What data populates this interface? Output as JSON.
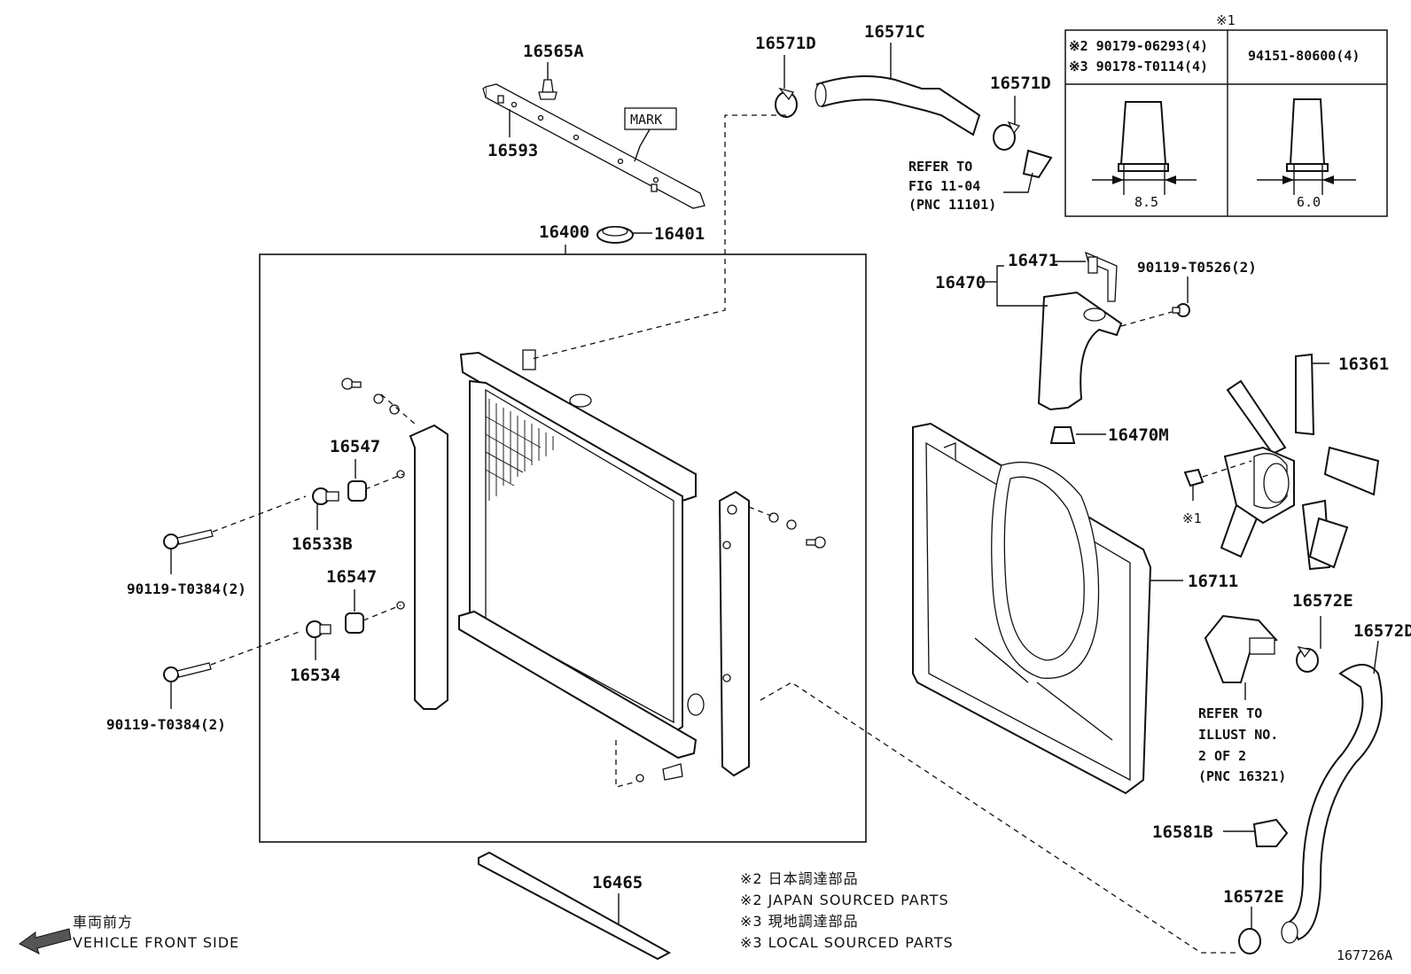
{
  "labels": {
    "p16565A": "16565A",
    "p16593": "16593",
    "mark": "MARK",
    "p16571D_top": "16571D",
    "p16571C": "16571C",
    "p16571D_right": "16571D",
    "refer_fig_line1": "REFER TO",
    "refer_fig_line2": "FIG 11-04",
    "refer_fig_line3": "(PNC 11101)",
    "p16400": "16400",
    "p16401": "16401",
    "p16547_a": "16547",
    "p16533B": "16533B",
    "p16547_b": "16547",
    "p16534": "16534",
    "bolt_a": "90119-T0384(2)",
    "bolt_b": "90119-T0384(2)",
    "p16470": "16470",
    "p16471": "16471",
    "bolt_c": "90119-T0526(2)",
    "p16470M": "16470M",
    "p16361": "16361",
    "note1_ref": "※1",
    "p16711": "16711",
    "p16572E_top": "16572E",
    "p16572D": "16572D",
    "refer_ill_line1": "REFER TO",
    "refer_ill_line2": "ILLUST NO.",
    "refer_ill_line3": "2 OF 2",
    "refer_ill_line4": "(PNC 16321)",
    "p16581B": "16581B",
    "p16572E_bottom": "16572E",
    "p16465": "16465",
    "diagram_id": "167726A"
  },
  "nut_table": {
    "header_mark": "※1",
    "left_line1": "※2 90179-06293(4)",
    "left_line2": "※3 90178-T0114(4)",
    "right": "94151-80600(4)",
    "left_dim": "8.5",
    "right_dim": "6.0"
  },
  "legend": [
    "※2 日本調達部品",
    "※2 JAPAN SOURCED PARTS",
    "※3 現地調達部品",
    "※3 LOCAL SOURCED PARTS"
  ],
  "front_side": {
    "jp": "車両前方",
    "en": "VEHICLE FRONT SIDE"
  }
}
